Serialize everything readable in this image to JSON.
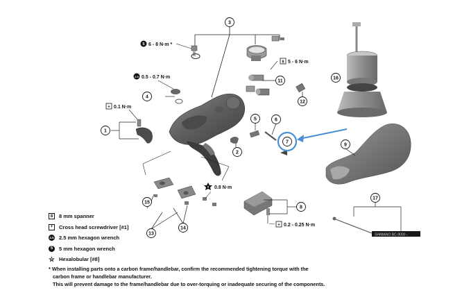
{
  "diagram": {
    "callouts": [
      "1",
      "2",
      "3",
      "4",
      "5",
      "6",
      "7",
      "8",
      "9",
      "11",
      "12",
      "13",
      "14",
      "15",
      "16",
      "17"
    ],
    "torque_labels": {
      "t_6_8": "6 - 8 N·m *",
      "t_5_6": "5 - 6 N·m",
      "t_05_07": "0.5 - 0.7 N·m",
      "t_01": "0.1 N·m",
      "t_08": "0.8 N·m",
      "t_02_025": "0.2 - 0.25 N·m"
    },
    "cable_label": "SHIMANO BC-9000 -",
    "tool_icons": {
      "spanner": "8",
      "screwdriver": "+",
      "hex25": "2.5",
      "hex5": "5",
      "hexalobular": "8"
    },
    "highlight_color": "#4a8fd6"
  },
  "legend": [
    {
      "icon": "8",
      "shape": "box",
      "icon_name": "spanner-icon",
      "label": "8 mm spanner"
    },
    {
      "icon": "+",
      "shape": "box",
      "icon_name": "screwdriver-icon",
      "label": "Cross head screwdriver [#1]"
    },
    {
      "icon": "2.5",
      "shape": "circle",
      "icon_name": "hex-wrench-icon",
      "label": "2.5 mm hexagon wrench"
    },
    {
      "icon": "5",
      "shape": "circle",
      "icon_name": "hex-wrench-icon",
      "label": "5 mm hexagon wrench"
    },
    {
      "icon": "8",
      "shape": "star",
      "icon_name": "hexalobular-icon",
      "label": "Hexalobular [#8]"
    }
  ],
  "note": {
    "line1": "* When installing parts onto a carbon frame/handlebar, confirm the recommended tightening torque with the",
    "line2": "carbon frame or handlebar manufacturer.",
    "line3": "This will prevent damage to the frame/handlebar due to over-torquing or inadequate securing of the components."
  }
}
